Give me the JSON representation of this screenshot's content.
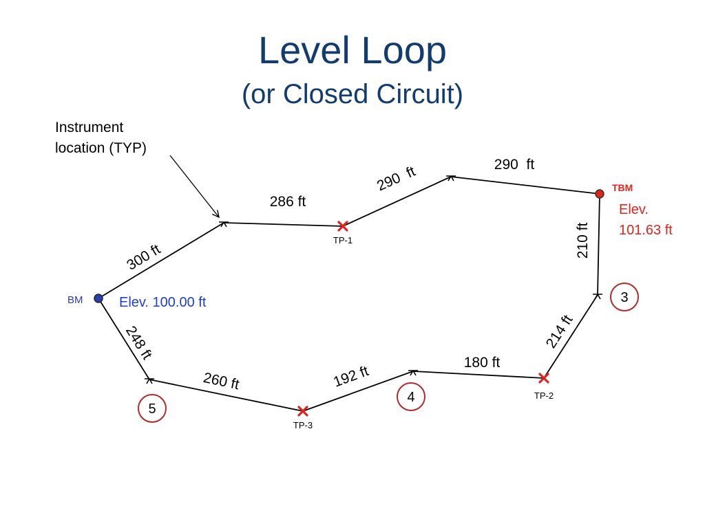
{
  "title": "Level Loop",
  "subtitle": "(or Closed Circuit)",
  "instrument_note": {
    "line1": "Instrument",
    "line2": "location (TYP)"
  },
  "benchmarks": {
    "bm": {
      "label": "BM",
      "elevation": "Elev. 100.00 ft",
      "color": "#2a3fb0"
    },
    "tbm": {
      "label": "TBM",
      "elevation_line1": "Elev.",
      "elevation_line2": "101.63 ft",
      "color": "#e0231c"
    }
  },
  "turning_points": [
    "TP-1",
    "TP-2",
    "TP-3"
  ],
  "distances": {
    "bm_to_i1": "300 ft",
    "i1_to_tp1": "286 ft",
    "tp1_to_i2": "290  ft",
    "i2_to_tbm": "290  ft",
    "tbm_to_i3": "210 ft",
    "i3_to_tp2": "214 ft",
    "tp2_to_i4": "180 ft",
    "i4_to_tp3": "192 ft",
    "tp3_to_i5": "260 ft",
    "i5_to_bm": "248 ft"
  },
  "setup_numbers": [
    "3",
    "4",
    "5"
  ],
  "colors": {
    "title": "#123c6e",
    "turning_point": "#e0231c",
    "step_circle": "#b42828",
    "bm_elevation": "#1f3dd0",
    "tbm_elevation": "#e0231c"
  }
}
